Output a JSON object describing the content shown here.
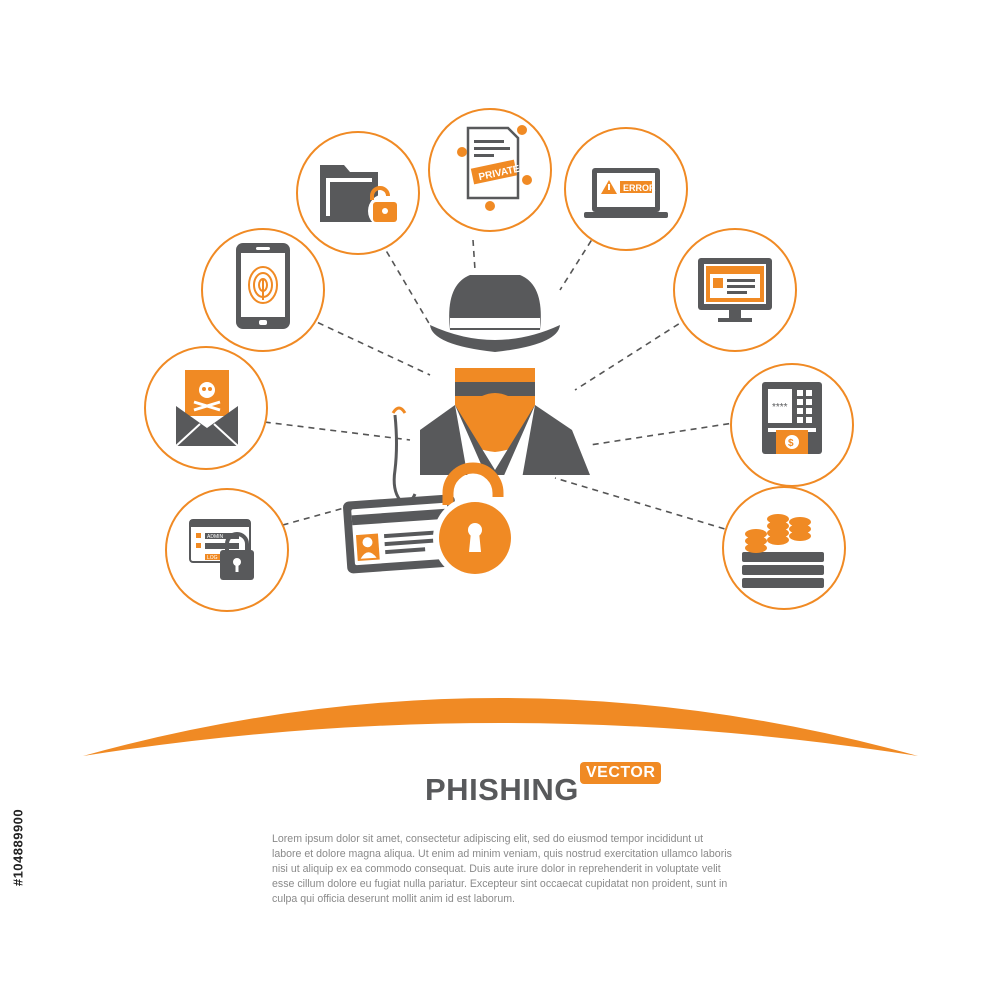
{
  "colors": {
    "accent": "#f08a24",
    "dark": "#58595b",
    "text": "#8a8a8a"
  },
  "icons": {
    "private_doc": {
      "label": "PRIVATE"
    },
    "laptop": {
      "label": "ERROR"
    },
    "login": {
      "admin_label": "ADMIN",
      "login_label": "LOG"
    }
  },
  "footer": {
    "title": "PHISHING",
    "badge": "VECTOR",
    "paragraph": "Lorem ipsum dolor sit amet, consectetur adipiscing elit, sed do eiusmod tempor incididunt ut labore et dolore magna aliqua. Ut enim ad minim veniam, quis nostrud exercitation ullamco laboris nisi ut aliquip ex ea commodo consequat. Duis aute irure dolor in reprehenderit in voluptate velit esse cillum dolore eu fugiat nulla pariatur. Excepteur sint occaecat cupidatat non proident, sunt in culpa qui officia deserunt mollit anim id est laborum."
  },
  "stock_id": "#104889900"
}
